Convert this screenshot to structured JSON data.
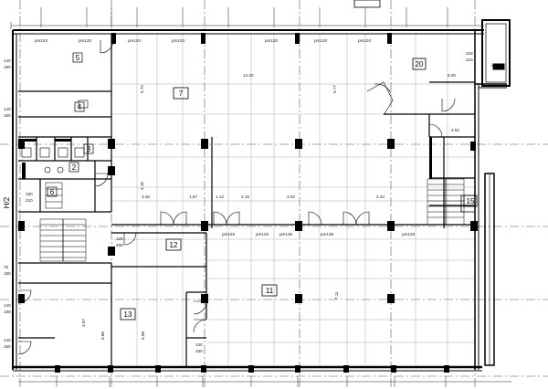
{
  "plan": {
    "rooms": [
      {
        "id": "r7",
        "label": "7"
      },
      {
        "id": "r11",
        "label": "11"
      },
      {
        "id": "r12",
        "label": "12"
      },
      {
        "id": "r13",
        "label": "13"
      },
      {
        "id": "r15",
        "label": "15"
      },
      {
        "id": "r20",
        "label": "20"
      },
      {
        "id": "r2",
        "label": "2"
      },
      {
        "id": "r3",
        "label": "3"
      },
      {
        "id": "r4",
        "label": "4"
      },
      {
        "id": "r5",
        "label": "5"
      },
      {
        "id": "r6",
        "label": "6"
      }
    ],
    "axis_labels": [
      {
        "id": "h2",
        "label": "H/2"
      }
    ],
    "dimension_labels": [
      {
        "id": "d_pm1",
        "label": "pm120"
      },
      {
        "id": "d_pm2",
        "label": "pm120"
      },
      {
        "id": "d_pm3",
        "label": "pm120"
      },
      {
        "id": "d_pm4",
        "label": "pm120"
      },
      {
        "id": "d_pm5",
        "label": "pm120"
      },
      {
        "id": "d_pm6",
        "label": "pm120"
      },
      {
        "id": "d_pm7",
        "label": "pm120"
      },
      {
        "id": "d_1420",
        "label": "14.20"
      },
      {
        "id": "d_500",
        "label": "5.00"
      },
      {
        "id": "d_140a",
        "label": "140"
      },
      {
        "id": "d_180a",
        "label": "180"
      },
      {
        "id": "d_140b",
        "label": "140"
      },
      {
        "id": "d_180b",
        "label": "180"
      },
      {
        "id": "d_228",
        "label": "228"
      },
      {
        "id": "d_210",
        "label": "210"
      },
      {
        "id": "d_252",
        "label": "2.52"
      },
      {
        "id": "d_338",
        "label": "3.38"
      },
      {
        "id": "d_157",
        "label": "1.57"
      },
      {
        "id": "d_113",
        "label": "1.13"
      },
      {
        "id": "d_216",
        "label": "2.16"
      },
      {
        "id": "d_302",
        "label": "3.02"
      },
      {
        "id": "d_243",
        "label": "2.43"
      },
      {
        "id": "d_125",
        "label": "125"
      },
      {
        "id": "d_208",
        "label": "208"
      },
      {
        "id": "d_pm129a",
        "label": "pm129"
      },
      {
        "id": "d_pm129b",
        "label": "pm129"
      },
      {
        "id": "d_pm138a",
        "label": "pm138"
      },
      {
        "id": "d_pm138b",
        "label": "pm138"
      },
      {
        "id": "d_pm129c",
        "label": "pm129"
      },
      {
        "id": "d_76",
        "label": "76"
      },
      {
        "id": "d_180c",
        "label": "180"
      },
      {
        "id": "d_140c",
        "label": "140"
      },
      {
        "id": "d_180d",
        "label": "180"
      },
      {
        "id": "d_140d",
        "label": "140"
      },
      {
        "id": "d_180e",
        "label": "180"
      },
      {
        "id": "d_140e",
        "label": "140"
      },
      {
        "id": "d_180f",
        "label": "180"
      },
      {
        "id": "d_180g",
        "label": "180"
      },
      {
        "id": "d_210b",
        "label": "210"
      },
      {
        "id": "d_572",
        "label": "5.72"
      },
      {
        "id": "d_577",
        "label": "5.77"
      },
      {
        "id": "d_711",
        "label": "7.11"
      },
      {
        "id": "d_598",
        "label": "5.98"
      },
      {
        "id": "d_566",
        "label": "5.66"
      },
      {
        "id": "d_357",
        "label": "3.57"
      },
      {
        "id": "d_416",
        "label": "4.16"
      }
    ]
  }
}
